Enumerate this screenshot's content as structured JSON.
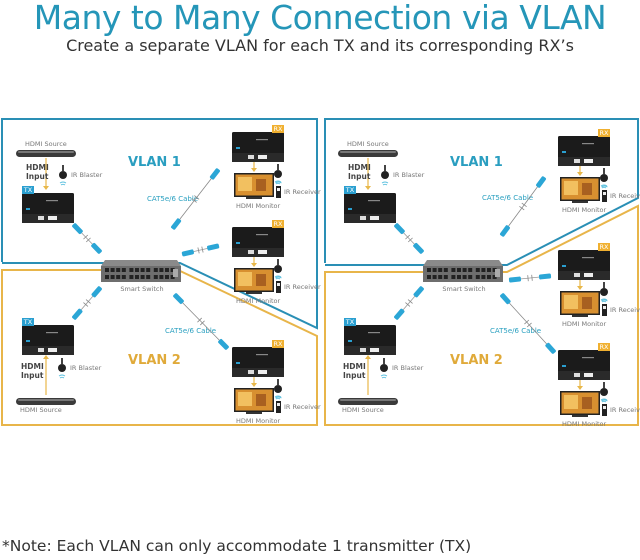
{
  "header": {
    "title": "Many to Many Connection via VLAN",
    "subtitle": "Create a separate VLAN for each TX and its corresponding RX’s"
  },
  "footer": {
    "note": "*Note: Each VLAN can only accommodate 1 transmitter (TX)"
  },
  "colors": {
    "title": "#2596b8",
    "vlan1_border": "#2a8fb5",
    "vlan2_border": "#e8b54a",
    "tx_badge": "#2a9fd0",
    "rx_badge": "#f0b030",
    "cable": "#2ba6d6"
  },
  "labels": {
    "hdmi_source": "HDMI Source",
    "hdmi_input_line1": "HDMI",
    "hdmi_input_line2": "Input",
    "ir_blaster": "IR Blaster",
    "ir_receiver": "IR Receiver",
    "hdmi_monitor": "HDMI Monitor",
    "smart_switch": "Smart Switch",
    "cable": "CAT5e/6 Cable",
    "tx": "TX",
    "rx": "RX",
    "vlan1": "VLAN 1",
    "vlan2": "VLAN 2"
  },
  "panels": [
    {
      "name": "left",
      "vlan1": {
        "transmitter": "TX",
        "receivers": [
          "RX",
          "RX"
        ]
      },
      "vlan2": {
        "transmitter": "TX",
        "receivers": [
          "RX"
        ]
      }
    },
    {
      "name": "right",
      "vlan1": {
        "transmitter": "TX",
        "receivers": [
          "RX"
        ]
      },
      "vlan2": {
        "transmitter": "TX",
        "receivers": [
          "RX",
          "RX"
        ]
      }
    }
  ]
}
